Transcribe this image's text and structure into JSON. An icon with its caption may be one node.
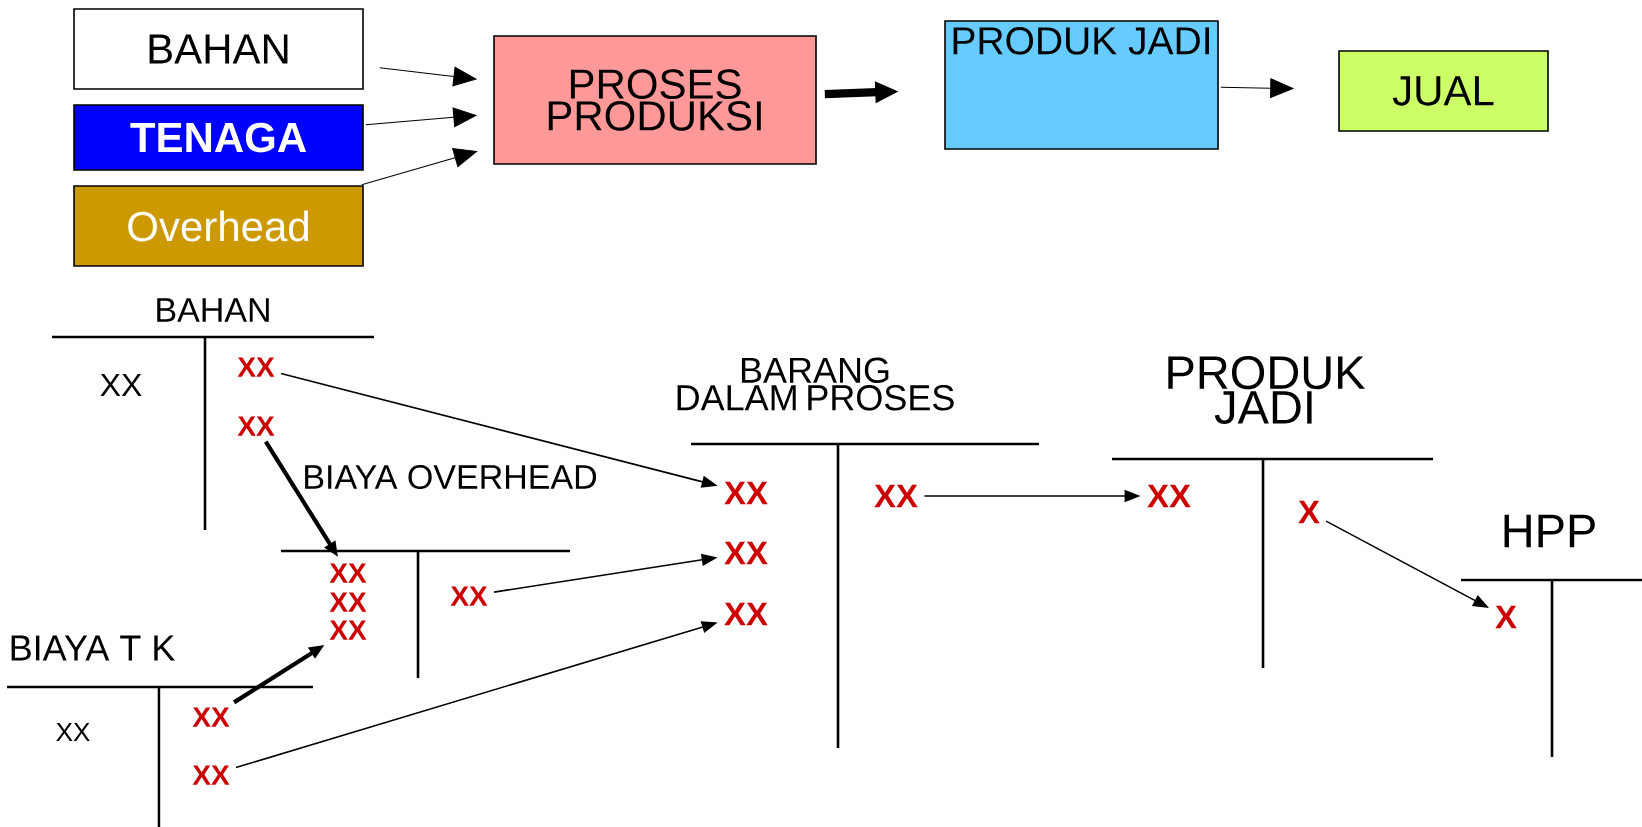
{
  "diagram": {
    "nodes": [
      {
        "text": [
          "BAHAN"
        ]
      },
      {
        "text": [
          "TENAGA"
        ]
      },
      {
        "text": [
          "Overhead"
        ]
      },
      {
        "text": [
          "PROSES PRODUKSI"
        ]
      },
      {
        "text": [
          "PRODUK JADI"
        ]
      },
      {
        "text": [
          "JUAL"
        ]
      },
      {
        "text": [
          "XX"
        ]
      },
      {
        "text": [
          "XX"
        ]
      },
      {
        "text": [
          "XX"
        ]
      },
      {
        "text": [
          "XX"
        ]
      },
      {
        "text": [
          "XX"
        ]
      },
      {
        "text": [
          "XX"
        ]
      },
      {
        "text": [
          "XX"
        ]
      },
      {
        "text": [
          "XX"
        ]
      },
      {
        "text": [
          "XX"
        ]
      },
      {
        "text": [
          "XX"
        ]
      },
      {
        "text": [
          "XX"
        ]
      },
      {
        "text": [
          "XX"
        ]
      },
      {
        "text": [
          "XX"
        ]
      },
      {
        "text": [
          "X"
        ]
      },
      {
        "text": [
          "X"
        ]
      }
    ],
    "edges": [
      {
        "from": 0,
        "to": 3,
        "arrow": "to"
      },
      {
        "from": 1,
        "to": 3,
        "arrow": "to"
      },
      {
        "from": 2,
        "to": 3,
        "arrow": "to"
      },
      {
        "from": 3,
        "to": 4,
        "arrow": "to",
        "style": "thick"
      },
      {
        "from": 4,
        "to": 5,
        "arrow": "to"
      },
      {
        "from": 6,
        "to": 8,
        "arrow": "to"
      },
      {
        "from": 7,
        "to": 11,
        "arrow": "to",
        "style": "thick"
      },
      {
        "from": 14,
        "to": 9,
        "arrow": "to"
      },
      {
        "from": 15,
        "to": 13,
        "arrow": "to",
        "style": "thick"
      },
      {
        "from": 16,
        "to": 10,
        "arrow": "to"
      },
      {
        "from": 17,
        "to": 18,
        "arrow": "to"
      },
      {
        "from": 19,
        "to": 20,
        "arrow": "to"
      }
    ],
    "labels": [
      "BAHAN",
      "BARANG DALAM PROSES",
      "XX",
      "PRODUK JADI",
      "BIAYA OVERHEAD",
      "HPP",
      "BIAYA T K",
      "XX"
    ]
  }
}
